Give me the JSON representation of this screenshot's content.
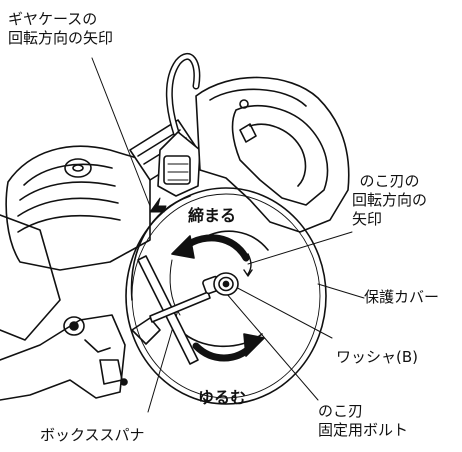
{
  "labels": {
    "gear_case_arrow": [
      "ギヤケースの",
      "回転方向の矢印"
    ],
    "blade_arrow": [
      "のこ刃の",
      "回転方向の",
      "矢印"
    ],
    "guard": "保護カバー",
    "washer": "ワッシャ(B)",
    "blade_bolt": [
      "のこ刃",
      "固定用ボルト"
    ],
    "box_spanner": "ボックススパナ",
    "tighten": "締まる",
    "loosen": "ゆるむ"
  }
}
